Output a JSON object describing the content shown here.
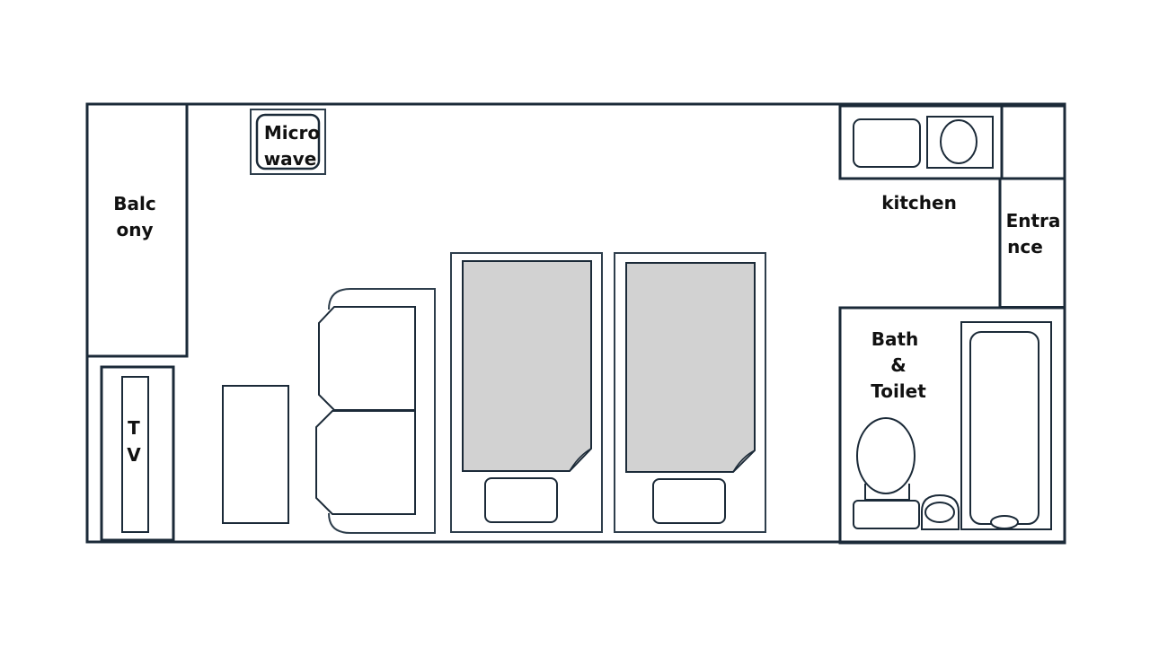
{
  "colors": {
    "line": "#1b2a38",
    "line_light": "#2e3e4c",
    "bed_sheet": "#d2d2d2",
    "fold": "#a8a8a8",
    "background": "#ffffff"
  },
  "labels": {
    "microwave": [
      "Micro",
      "wave"
    ],
    "balcony": [
      "Balc",
      "ony"
    ],
    "tv": [
      "T",
      "V"
    ],
    "kitchen": "kitchen",
    "entrance": [
      "Entra",
      "nce"
    ],
    "bath": [
      "Bath",
      "&",
      "Toilet"
    ]
  }
}
